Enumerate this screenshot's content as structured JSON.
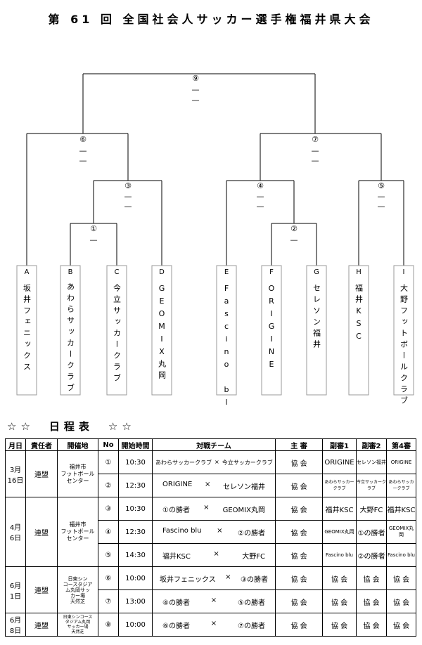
{
  "title": "第 61 回 全国社会人サッカー選手権福井県大会",
  "bracket": {
    "teams": [
      {
        "letter": "A",
        "name": "坂井フェニックス"
      },
      {
        "letter": "B",
        "name": "あわらサッカークラブ"
      },
      {
        "letter": "C",
        "name": "今立サッカークラブ"
      },
      {
        "letter": "D",
        "name": "GEOMIX丸岡"
      },
      {
        "letter": "E",
        "name": "Fascino blu"
      },
      {
        "letter": "F",
        "name": "ORIGINE"
      },
      {
        "letter": "G",
        "name": "セレソン福井"
      },
      {
        "letter": "H",
        "name": "福井KSC"
      },
      {
        "letter": "I",
        "name": "大野フットボールクラブ"
      }
    ],
    "matches": [
      {
        "no": "①",
        "score1": "—",
        "score2": ""
      },
      {
        "no": "②",
        "score1": "—",
        "score2": ""
      },
      {
        "no": "③",
        "score1": "—",
        "score2": "—"
      },
      {
        "no": "④",
        "score1": "—",
        "score2": "—"
      },
      {
        "no": "⑤",
        "score1": "—",
        "score2": "—"
      },
      {
        "no": "⑥",
        "score1": "—",
        "score2": "—"
      },
      {
        "no": "⑦",
        "score1": "—",
        "score2": "—"
      },
      {
        "no": "⑨",
        "score1": "—",
        "score2": "—"
      }
    ]
  },
  "schedule": {
    "heading": "☆☆　日程表　☆☆",
    "columns": [
      "月日",
      "責任者",
      "開催地",
      "No",
      "開始時間",
      "対戦チーム",
      "主 審",
      "副審1",
      "副審2",
      "第4審"
    ],
    "rows": [
      {
        "date": "3月\n16日",
        "resp": "連盟",
        "venue": "福井市\nフットボール\nセンター",
        "no": "①",
        "time": "10:30",
        "team1": "あわらサッカークラブ",
        "vs": "×",
        "team2": "今立サッカークラブ",
        "ref": "協 会",
        "ar1": "ORIGINE",
        "ar2": "セレソン福井",
        "fourth": "ORIGINE"
      },
      {
        "no": "②",
        "time": "12:30",
        "team1": "ORIGINE",
        "vs": "×",
        "team2": "セレソン福井",
        "ref": "協 会",
        "ar1": "あわらサッカークラブ",
        "ar2": "今立サッカークラブ",
        "fourth": "あわらサッカークラブ"
      },
      {
        "date": "4月\n6日",
        "resp": "連盟",
        "venue": "福井市\nフットボール\nセンター",
        "no": "③",
        "time": "10:30",
        "team1": "①の勝者",
        "vs": "×",
        "team2": "GEOMIX丸岡",
        "ref": "協 会",
        "ar1": "福井KSC",
        "ar2": "大野FC",
        "fourth": "福井KSC"
      },
      {
        "no": "④",
        "time": "12:30",
        "team1": "Fascino blu",
        "vs": "×",
        "team2": "②の勝者",
        "ref": "協 会",
        "ar1": "GEOMIX丸岡",
        "ar2": "①の勝者",
        "fourth": "GEOMIX丸岡"
      },
      {
        "no": "⑤",
        "time": "14:30",
        "team1": "福井KSC",
        "vs": "×",
        "team2": "大野FC",
        "ref": "協 会",
        "ar1": "Fascino blu",
        "ar2": "②の勝者",
        "fourth": "Fascino blu"
      },
      {
        "date": "6月\n1日",
        "resp": "連盟",
        "venue": "日東シン\nコースタジア\nム丸岡サッ\nカー場\n天然芝",
        "no": "⑥",
        "time": "10:00",
        "team1": "坂井フェニックス",
        "vs": "×",
        "team2": "③の勝者",
        "ref": "協 会",
        "ar1": "協 会",
        "ar2": "協 会",
        "fourth": "協 会"
      },
      {
        "no": "⑦",
        "time": "13:00",
        "team1": "④の勝者",
        "vs": "×",
        "team2": "⑤の勝者",
        "ref": "協 会",
        "ar1": "協 会",
        "ar2": "協 会",
        "fourth": "協 会"
      },
      {
        "date": "6月\n8日",
        "resp": "連盟",
        "venue": "日東シンコース\nタジアム丸岡\nサッカー場\n天然芝",
        "no": "⑧",
        "time": "10:00",
        "team1": "⑥の勝者",
        "vs": "×",
        "team2": "⑦の勝者",
        "ref": "協 会",
        "ar1": "協 会",
        "ar2": "協 会",
        "fourth": "協 会"
      }
    ]
  }
}
